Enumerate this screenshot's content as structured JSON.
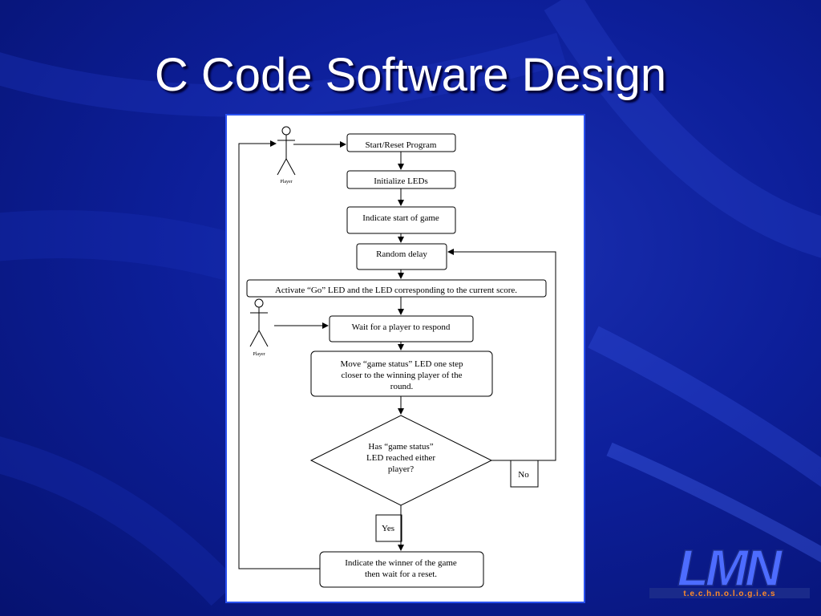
{
  "slide": {
    "title": "C Code Software Design"
  },
  "flowchart": {
    "actor_label": "Player",
    "steps": {
      "start": "Start/Reset Program",
      "init": "Initialize LEDs",
      "indicate_start": "Indicate start of game",
      "delay": "Random delay",
      "activate": "Activate “Go” LED and the LED corresponding to the current score.",
      "wait": "Wait for a player to respond",
      "move": [
        "Move “game status” LED one step",
        "closer to the winning player of the",
        "round."
      ],
      "decision": [
        "Has “game status”",
        "LED reached either",
        "player?"
      ],
      "no": "No",
      "yes": "Yes",
      "winner": [
        "Indicate the winner of the game",
        "then wait for a reset."
      ]
    }
  },
  "logo": {
    "letters": "LMN",
    "tagline": "t.e.c.h.n.o.l.o.g.i.e.s"
  },
  "colors": {
    "background": "#0d1f9a",
    "panel_border": "#2b52f0",
    "logo_blue": "#4d6cff",
    "logo_tagline": "#ff8a2a"
  }
}
